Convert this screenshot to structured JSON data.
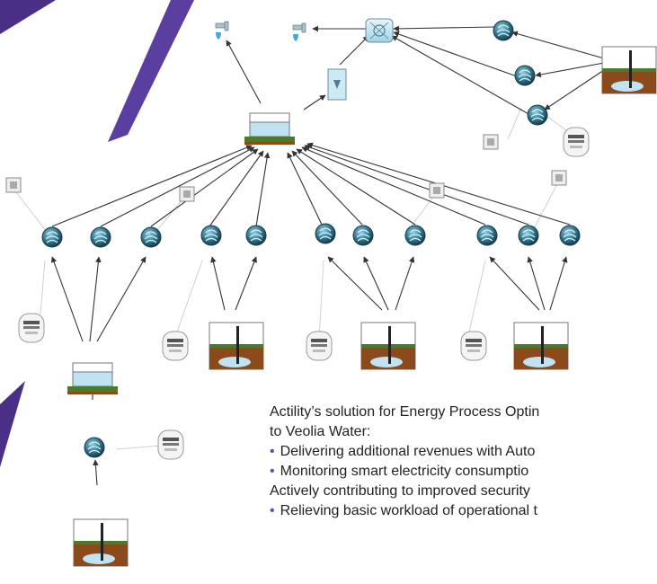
{
  "description": {
    "line1": "Actility’s solution for Energy Process Optin",
    "line2": "to Veolia Water:",
    "bullet1": "Delivering additional revenues with Auto",
    "bullet2": "Monitoring smart electricity consumptio",
    "line3": "Actively contributing to improved security",
    "bullet3": "Relieving basic workload of operational t"
  },
  "colors": {
    "accent_purple": "#5b3a9a",
    "edge": "#333333",
    "edge_light": "#cfcfcf",
    "tank_water": "#bfe3f2",
    "soil_top": "#4a7a2a",
    "soil": "#8a4a1c",
    "pump_body": "#2d6f86"
  },
  "icons": {
    "pump": "pump-icon",
    "meter": "electricity-meter-icon",
    "tank": "water-tank-icon",
    "well": "well-icon",
    "faucet": "faucet-icon",
    "hub": "distribution-hub-icon",
    "flowmeter": "flow-meter-icon",
    "group": "group-icon"
  }
}
